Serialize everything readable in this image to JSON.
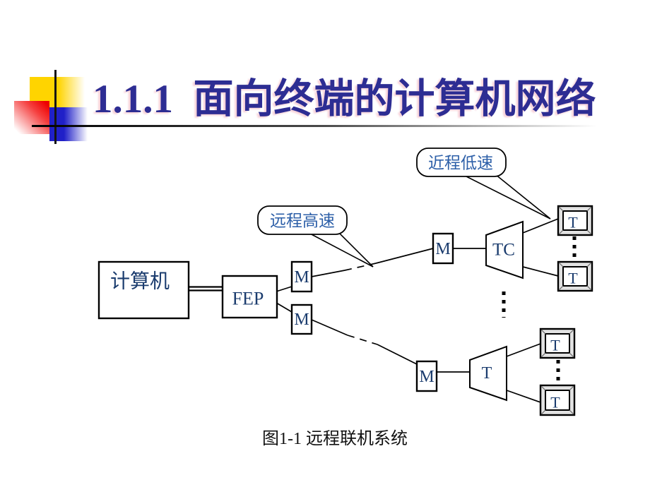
{
  "slide": {
    "title": "1.1.1  面向终端的计算机网络",
    "caption": "图1-1 远程联机系统"
  },
  "colors": {
    "title_text": "#2d2d93",
    "node_label": "#1b3c6e",
    "callout_label": "#2c5fa8",
    "line": "#000000",
    "accent_yellow": "#ffd400",
    "accent_red": "#ee0000",
    "accent_blue": "#2020c8"
  },
  "diagram": {
    "computer_label": "计算机",
    "fep_label": "FEP",
    "modem_labels": [
      "M",
      "M",
      "M",
      "M"
    ],
    "tc_label": "TC",
    "concentrator_label": "T",
    "terminal_labels": [
      "T",
      "T",
      "T",
      "T"
    ],
    "callout_remote": "远程高速",
    "callout_local": "近程低速"
  }
}
